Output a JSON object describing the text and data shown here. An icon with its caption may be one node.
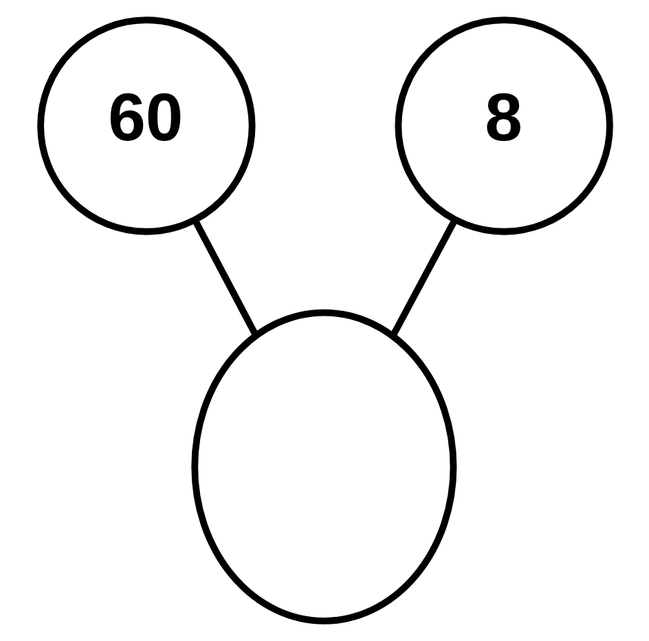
{
  "diagram": {
    "nodes": [
      {
        "text": [
          "60"
        ]
      },
      {
        "text": [
          "8"
        ]
      },
      {
        "text": [],
        "shape": "circle"
      }
    ],
    "edges": [
      {
        "from": 0,
        "to": 2,
        "arrow": "none"
      },
      {
        "from": 1,
        "to": 2,
        "arrow": "none"
      }
    ]
  }
}
